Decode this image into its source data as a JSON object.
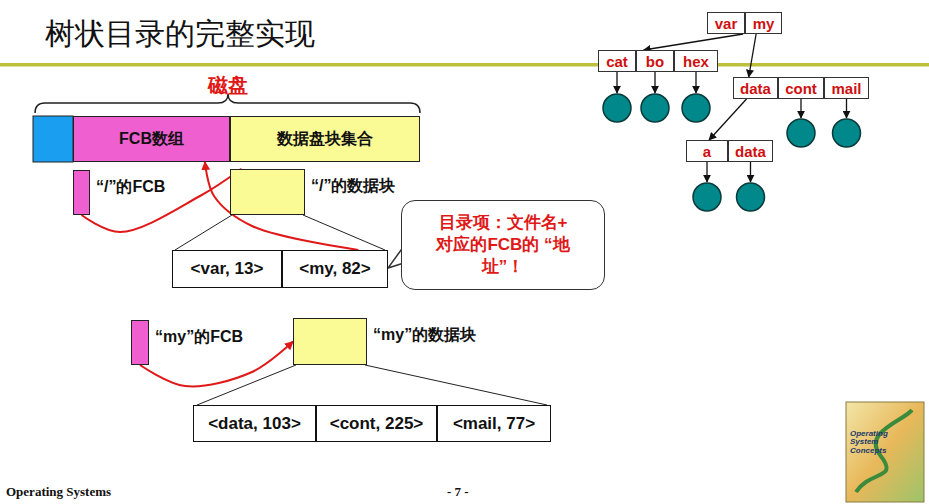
{
  "diagram": {
    "title": "树状目录的完整实现",
    "nodes": [
      {
        "text": [
          "FCB数组"
        ]
      },
      {
        "text": [
          "数据盘块集合"
        ]
      },
      {
        "text": [
          "“/”的FCB"
        ]
      },
      {
        "text": [
          "“/”的数据块"
        ]
      },
      {
        "text": [
          "<var, 13>"
        ]
      },
      {
        "text": [
          "<my, 82>"
        ]
      },
      {
        "text": [
          "目录项：文件名+ 对应的FCB的 “地址”！"
        ]
      },
      {
        "text": [
          "“my”的FCB"
        ]
      },
      {
        "text": [
          "“my”的数据块"
        ]
      },
      {
        "text": [
          "<data, 103>"
        ]
      },
      {
        "text": [
          "<cont, 225>"
        ]
      },
      {
        "text": [
          "<mail, 77>"
        ]
      },
      {
        "text": [
          "var"
        ]
      },
      {
        "text": [
          "my"
        ]
      },
      {
        "text": [
          "cat"
        ]
      },
      {
        "text": [
          "bo"
        ]
      },
      {
        "text": [
          "hex"
        ]
      },
      {
        "text": [
          "data"
        ]
      },
      {
        "text": [
          "cont"
        ]
      },
      {
        "text": [
          "mail"
        ]
      },
      {
        "text": [
          "a"
        ]
      },
      {
        "text": [
          "data"
        ]
      }
    ],
    "edges": [
      {
        "from": 2,
        "to": 3,
        "arrow": "to"
      },
      {
        "from": 5,
        "to": 0,
        "arrow": "to"
      },
      {
        "from": 7,
        "to": 8,
        "arrow": "to"
      },
      {
        "from": 12,
        "to": 15,
        "arrow": "to"
      },
      {
        "from": 13,
        "to": 17,
        "arrow": "to"
      },
      {
        "from": 17,
        "to": 20,
        "arrow": "to"
      }
    ],
    "labels": [
      "磁盘",
      "Operating Systems",
      "- 7 -",
      "Operating System Concepts"
    ]
  }
}
